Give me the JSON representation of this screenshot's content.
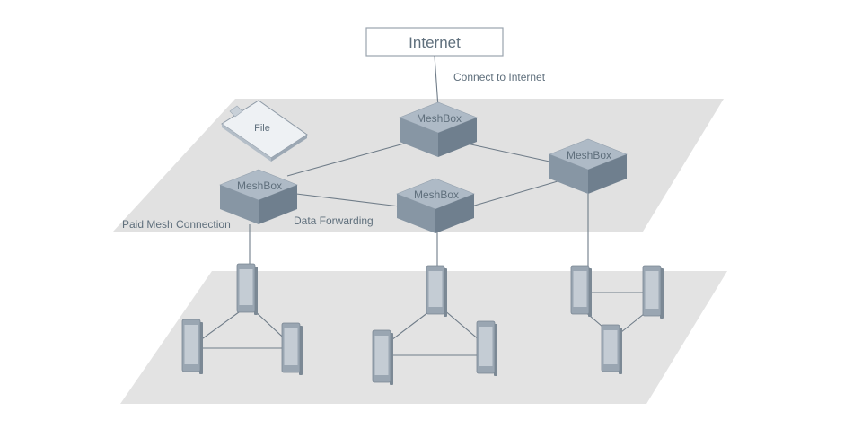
{
  "internet": {
    "label": "Internet"
  },
  "connect_label": "Connect to Internet",
  "file": {
    "label": "File"
  },
  "meshboxes": [
    {
      "label": "MeshBox"
    },
    {
      "label": "MeshBox"
    },
    {
      "label": "MeshBox"
    },
    {
      "label": "MeshBox"
    }
  ],
  "paid_mesh_label": "Paid Mesh Connection",
  "data_forwarding_label": "Data Forwarding",
  "colors": {
    "plane": "#e1e1e1",
    "box_top": "#aebac6",
    "box_side_dark": "#6f7f8e",
    "line": "#6f7c88",
    "text": "#5f6f7c"
  }
}
